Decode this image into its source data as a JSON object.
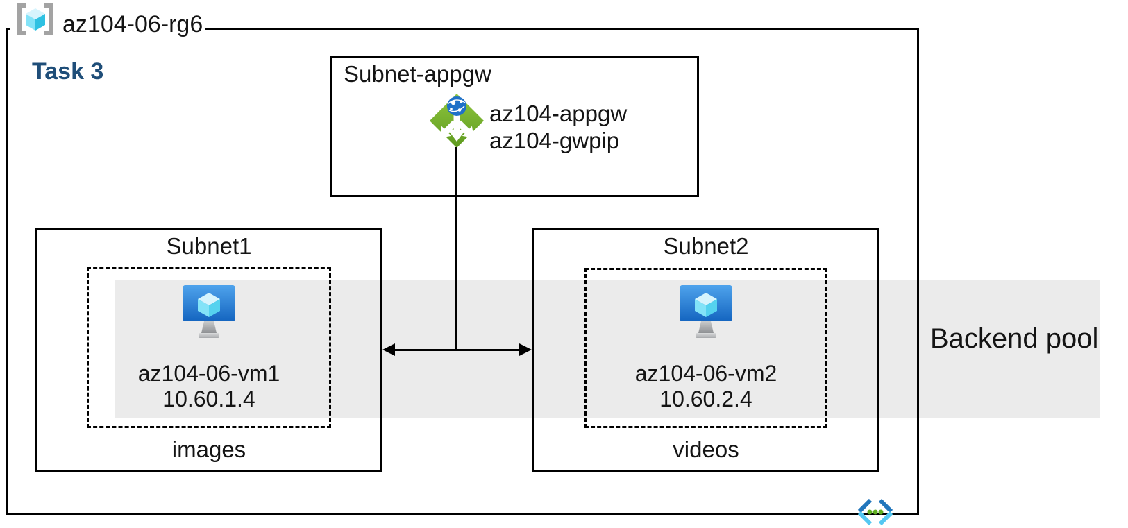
{
  "resource_group": {
    "name": "az104-06-rg6",
    "task_label": "Task 3"
  },
  "appgw_subnet": {
    "title": "Subnet-appgw",
    "lines": [
      "az104-appgw",
      "az104-gwpip"
    ]
  },
  "subnets": [
    {
      "title": "Subnet1",
      "vm_name": "az104-06-vm1",
      "vm_ip": "10.60.1.4",
      "folder_label": "images"
    },
    {
      "title": "Subnet2",
      "vm_name": "az104-06-vm2",
      "vm_ip": "10.60.2.4",
      "folder_label": "videos"
    }
  ],
  "backend_pool": {
    "label": "Backend pool"
  },
  "icons": {
    "resource_group": "resource-group-icon",
    "application_gateway": "application-gateway-icon",
    "virtual_machine": "virtual-machine-icon",
    "virtual_network": "virtual-network-icon"
  },
  "colors": {
    "task-text": "#1F4E79",
    "backend-band": "#EBEBEB",
    "border": "#000000",
    "appgw-green-light": "#8FC63F",
    "appgw-green-dark": "#5E9A1E",
    "globe-blue": "#1F71C8",
    "vm-screen-top": "#4FA3EC",
    "vm-screen-bottom": "#1465C0",
    "cube-top": "#D7F4FD",
    "cube-left": "#83E3F8",
    "cube-right": "#55D2EF",
    "rg-bracket-gray": "#A3A3A3",
    "vnet-dark-blue": "#2176BC",
    "vnet-light-blue": "#54C8F2",
    "vnet-dot-green": "#5FAE1F"
  }
}
